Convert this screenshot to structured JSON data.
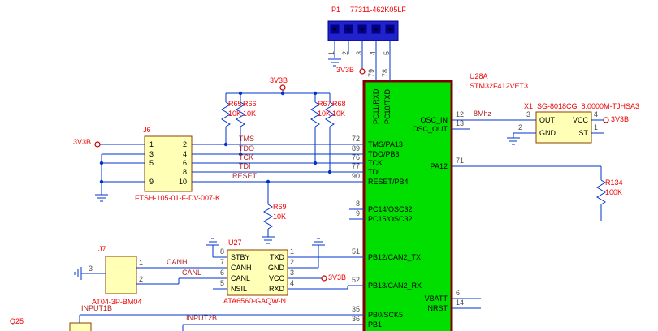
{
  "colors": {
    "wire": "#0033CC",
    "ic_fill": "#00DF00",
    "ic_border": "#800000",
    "part_fill": "#FFFFB5",
    "part_border": "#8B4000",
    "connector_fill": "#2222CC",
    "designator_text": "#F00000",
    "net_label_text": "#B22222",
    "pin_name_text": "#000000",
    "pin_number_text": "#4A4A4A"
  },
  "p1": {
    "ref": "P1",
    "part": "77311-462K05LF",
    "pin_numbers": [
      "1",
      "2",
      "3",
      "4",
      "5"
    ]
  },
  "u28": {
    "ref": "U28A",
    "part": "STM32F412VET3",
    "top_pins": [
      {
        "num": "79",
        "name": "PC11/RXD"
      },
      {
        "num": "78",
        "name": "PC10/TXD"
      }
    ],
    "left_pins": [
      {
        "num": "72",
        "name": "TMS/PA13"
      },
      {
        "num": "89",
        "name": "TDO/PB3"
      },
      {
        "num": "76",
        "name": "TCK"
      },
      {
        "num": "77",
        "name": "TDI"
      },
      {
        "num": "90",
        "name": "RESET/PB4"
      },
      {
        "num": "8",
        "name": "PC14/OSC32"
      },
      {
        "num": "9",
        "name": "PC15/OSC32"
      },
      {
        "num": "51",
        "name": "PB12/CAN2_TX"
      },
      {
        "num": "52",
        "name": "PB13/CAN2_RX"
      },
      {
        "num": "35",
        "name": "PB0/SCK5"
      },
      {
        "num": "36",
        "name": "PB1"
      }
    ],
    "right_pins": [
      {
        "num": "12",
        "name": "OSC_IN"
      },
      {
        "num": "13",
        "name": "OSC_OUT"
      },
      {
        "num": "71",
        "name": "PA12"
      },
      {
        "num": "6",
        "name": "VBATT"
      },
      {
        "num": "14",
        "name": "NRST"
      }
    ]
  },
  "j6": {
    "ref": "J6",
    "part": "FTSH-105-01-F-DV-007-K",
    "left_numbers": [
      "1",
      "3",
      "5",
      "9"
    ],
    "right_numbers": [
      "2",
      "4",
      "6",
      "8",
      "10"
    ]
  },
  "u27": {
    "ref": "U27",
    "part": "ATA6560-GAQW-N",
    "left_pins": [
      {
        "num": "8",
        "name": "STBY"
      },
      {
        "num": "7",
        "name": "CANH"
      },
      {
        "num": "6",
        "name": "CANL"
      },
      {
        "num": "5",
        "name": "NSIL"
      }
    ],
    "right_pins": [
      {
        "num": "1",
        "name": "TXD"
      },
      {
        "num": "2",
        "name": "GND"
      },
      {
        "num": "3",
        "name": "VCC"
      },
      {
        "num": "4",
        "name": "RXD"
      }
    ]
  },
  "j7": {
    "ref": "J7",
    "part": "AT04-3P-BM04",
    "pin_numbers": [
      "1",
      "2",
      "3"
    ]
  },
  "x1": {
    "ref": "X1",
    "part": "SG-8018CG_8.0000M-TJHSA3",
    "left_pins": [
      {
        "num": "3",
        "name": "OUT"
      },
      {
        "num": "2",
        "name": "GND"
      }
    ],
    "right_pins": [
      {
        "num": "4",
        "name": "VCC"
      },
      {
        "num": "1",
        "name": "ST"
      }
    ]
  },
  "resistors": {
    "r65": {
      "ref": "R65",
      "value": "10K"
    },
    "r66": {
      "ref": "R66",
      "value": "10K"
    },
    "r67": {
      "ref": "R67",
      "value": "10K"
    },
    "r68": {
      "ref": "R68",
      "value": "10K"
    },
    "r69": {
      "ref": "R69",
      "value": "10K"
    },
    "r134": {
      "ref": "R134",
      "value": "100K"
    }
  },
  "nets": {
    "power": "3V3B",
    "tms": "TMS",
    "tdo": "TDO",
    "tck": "TCK",
    "tdi": "TDI",
    "reset": "RESET",
    "canh": "CANH",
    "canl": "CANL",
    "input1": "INPUT1B",
    "input2": "INPUT2B",
    "osc": "8Mhz"
  },
  "q25": {
    "ref": "Q25"
  }
}
